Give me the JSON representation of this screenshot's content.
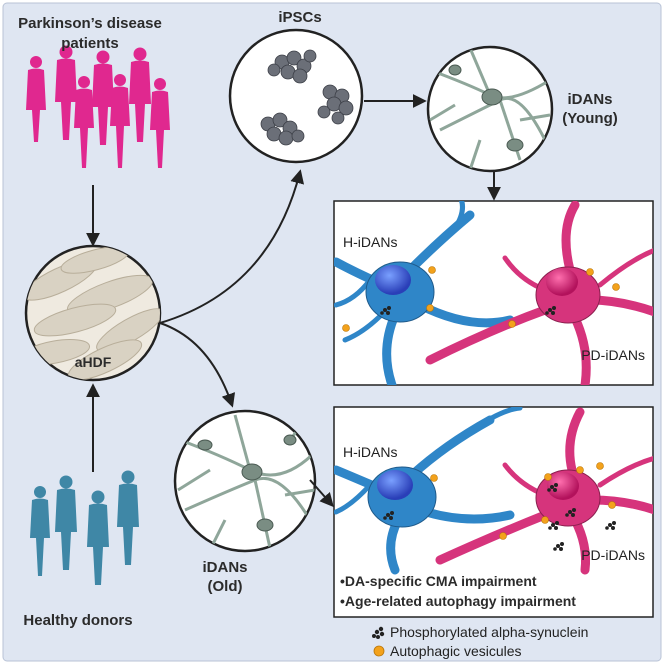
{
  "labels": {
    "pd_patients_line1": "Parkinson’s disease",
    "pd_patients_line2": "patients",
    "healthy_donors": "Healthy donors",
    "ipscs": "iPSCs",
    "idans_young_line1": "iDANs",
    "idans_young_line2": "(Young)",
    "idans_old_line1": "iDANs",
    "idans_old_line2": "(Old)",
    "ahdf": "aHDF",
    "h_idans_top": "H-iDANs",
    "pd_idans_top": "PD-iDANs",
    "h_idans_bottom": "H-iDANs",
    "pd_idans_bottom": "PD-iDANs"
  },
  "findings": [
    "•DA-specific CMA impairment",
    "•Age-related autophagy impairment"
  ],
  "legend": {
    "phospho_synuclein": "Phosphorylated alpha-synuclein",
    "autophagic_vesicules": "Autophagic vesicules"
  },
  "colors": {
    "background": "#dfe6f2",
    "pd_patient": "#e0288f",
    "healthy_donor": "#3f87a6",
    "healthy_neuron": "#2f86c8",
    "pd_neuron": "#d6347c",
    "idan_cell": "#8fa69a",
    "ipsc_cell": "#6b6f78",
    "ahdf_cell": "#d9d2c3",
    "vesicle": "#f3a21c",
    "arrow": "#222222"
  }
}
